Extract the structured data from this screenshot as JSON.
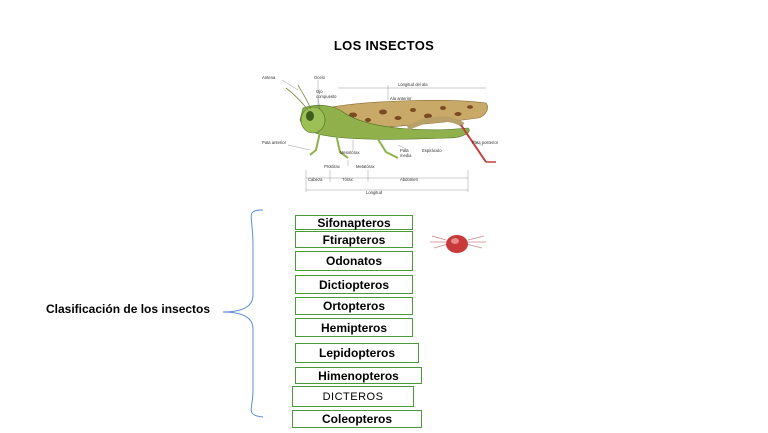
{
  "title": "LOS INSECTOS",
  "figure": {
    "labels": {
      "antena": "Antena",
      "ocelo": "Ocelo",
      "ojo_compuesto_1": "Ojo",
      "ojo_compuesto_2": "compuesto",
      "longitud_ala": "Longitud del ala",
      "ala_anterior": "Ala anterior",
      "pata_anterior": "Pata anterior",
      "mesotorax": "Mesotórax",
      "protorax": "Protórax",
      "metatorax": "Metatórax",
      "pata_media_1": "Pata",
      "pata_media_2": "media",
      "espiraculo": "Espiráculo",
      "pata_posterior": "Pata posterior",
      "cabeza": "Cabeza",
      "torax": "Tórax",
      "abdomen": "Abdomen",
      "longitud": "Longitud"
    },
    "colors": {
      "body": "#8fb04a",
      "wing": "#c8a968",
      "spots": "#7a4a22",
      "legs": "#c04040"
    }
  },
  "classification": {
    "label": "Clasificación de los insectos",
    "items": [
      "Sifonapteros",
      "Ftirapteros",
      "Odonatos",
      "Dictiopteros",
      "Ortopteros",
      "Hemipteros",
      "Lepidopteros",
      "Himenopteros",
      "DICTEROS",
      "Coleopteros"
    ]
  },
  "colors": {
    "box_border": "#4a9a3a",
    "brace": "#5b8fd6",
    "flea": "#c83a3a"
  },
  "icons": {
    "flea": "flea-icon",
    "brace": "curly-brace"
  }
}
